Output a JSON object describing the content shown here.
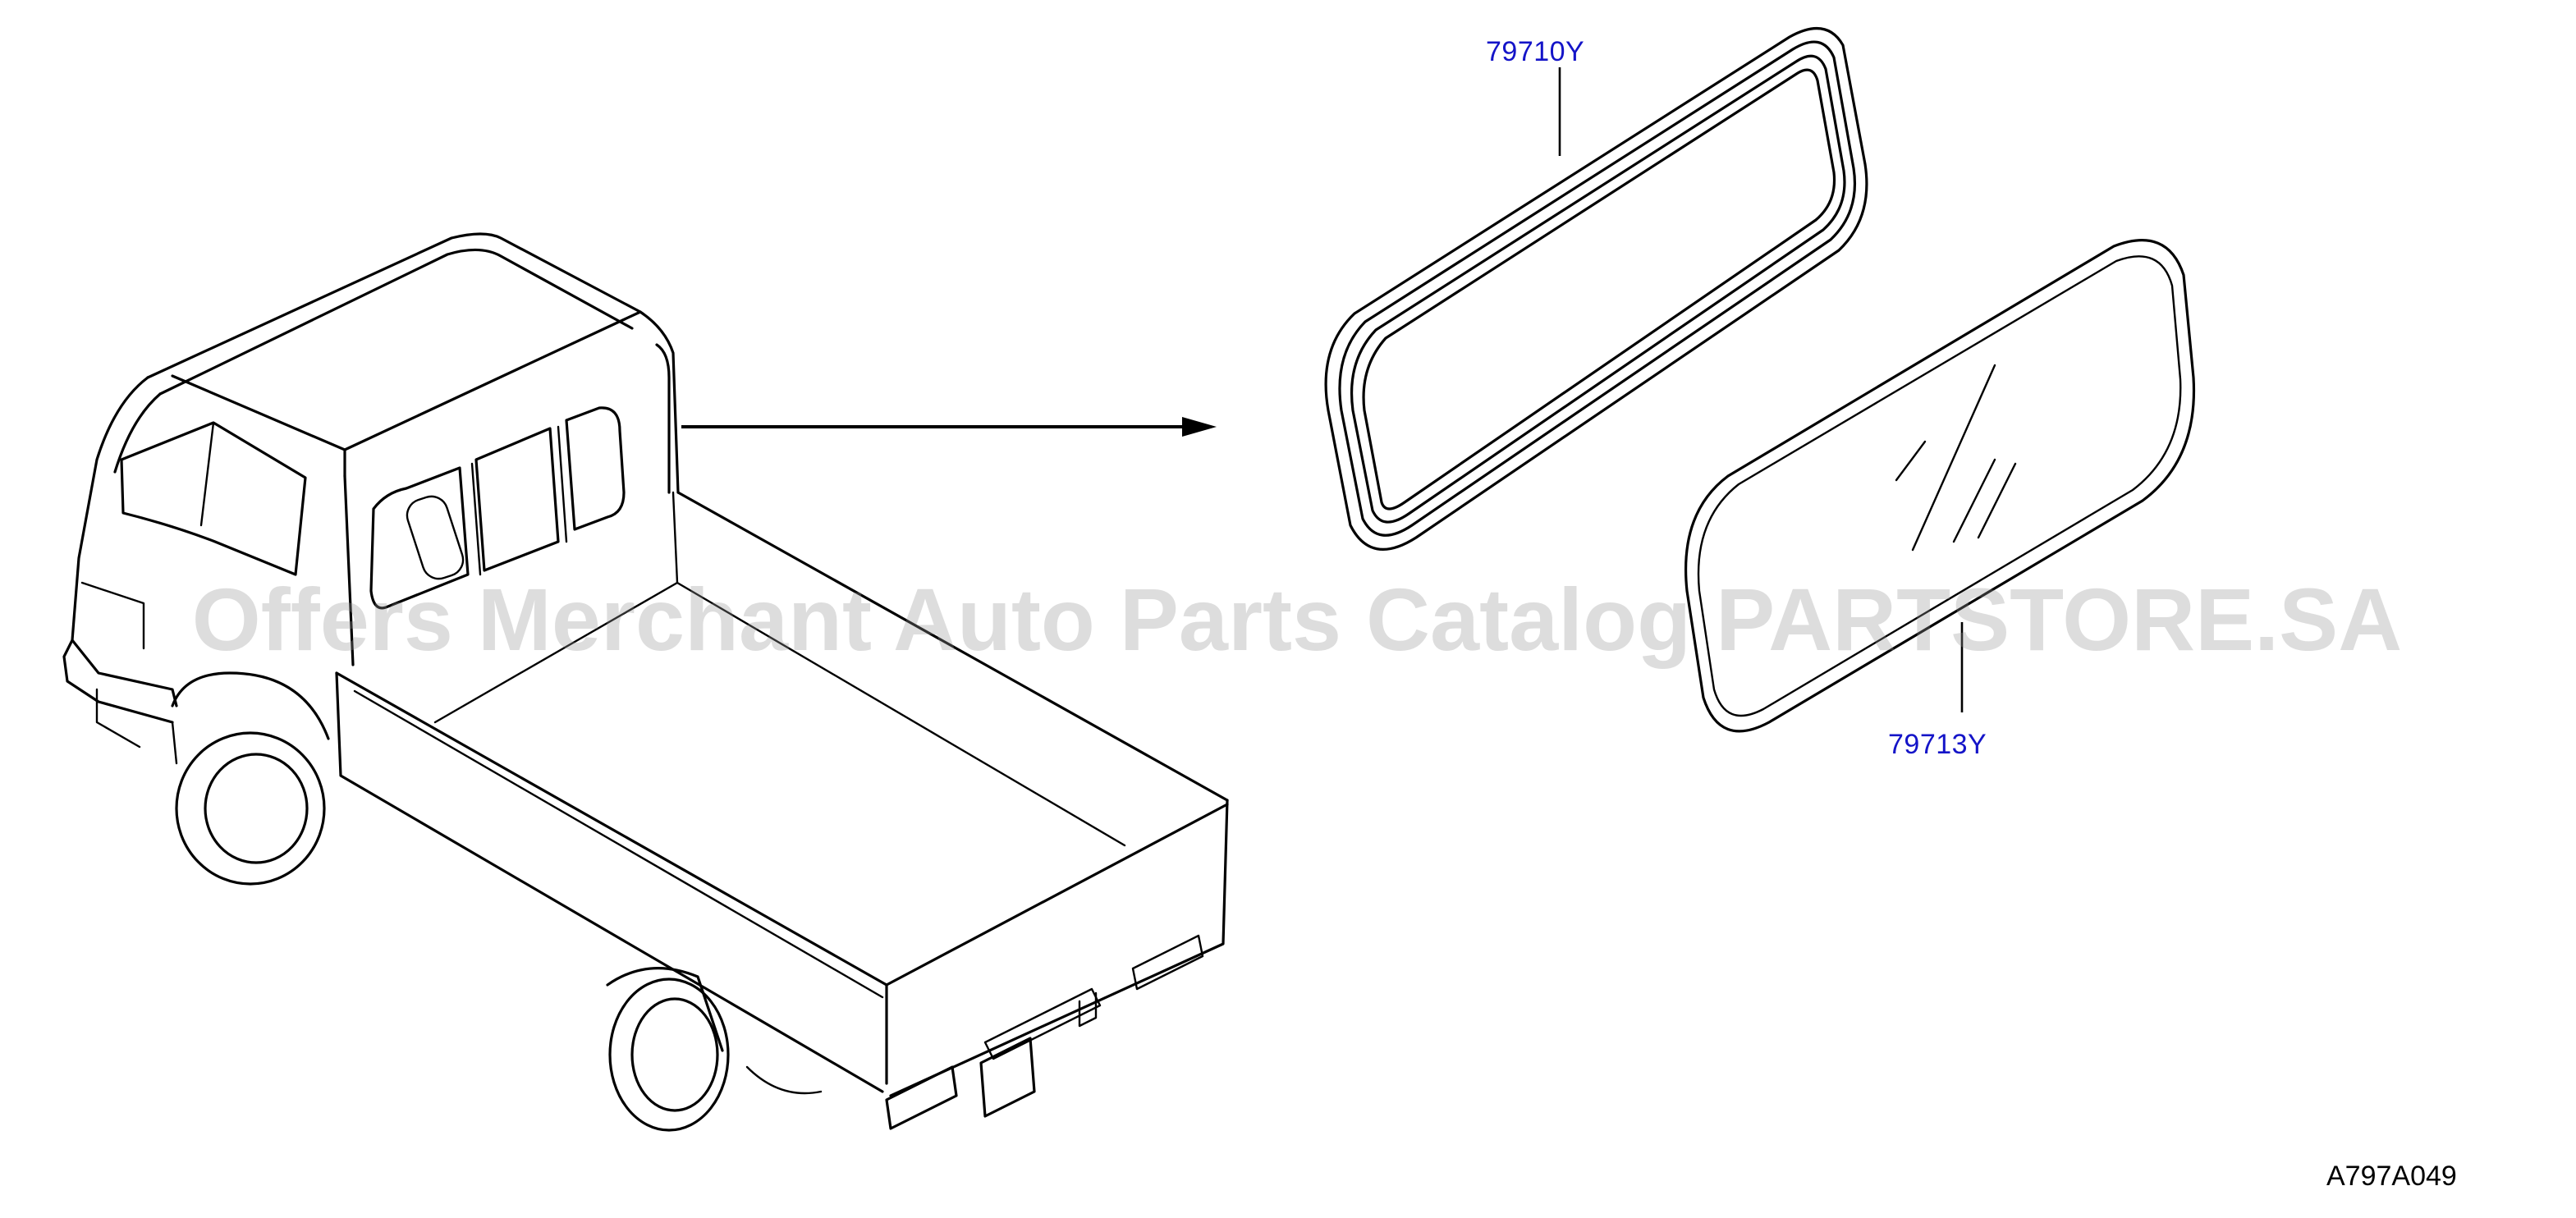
{
  "diagram": {
    "parts": [
      {
        "code": "79710Y"
      },
      {
        "code": "79713Y"
      }
    ],
    "reference_code": "A797A049",
    "watermark": "Offers Merchant Auto Parts Catalog PARTSTORE.SA"
  }
}
